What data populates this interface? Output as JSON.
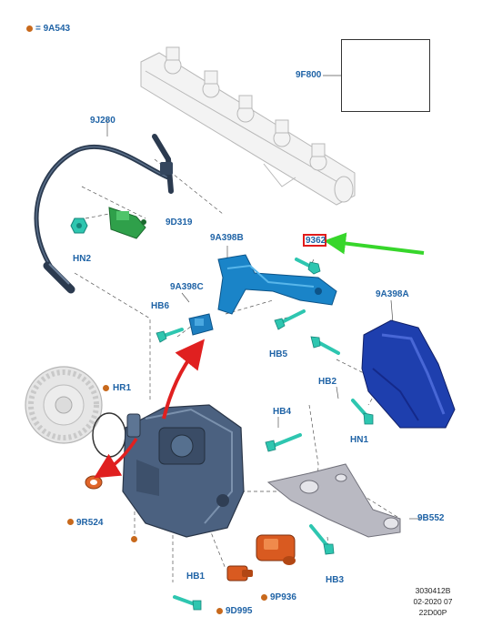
{
  "legend": {
    "symbol": "orange-dot",
    "text": "= 9A543"
  },
  "callouts": {
    "c9J280": "9J280",
    "c9D319": "9D319",
    "cHN2": "HN2",
    "c9F800": "9F800",
    "c9A398B": "9A398B",
    "c9362": "9362",
    "c9A398C": "9A398C",
    "cHB6": "HB6",
    "c9A398A": "9A398A",
    "cHB5": "HB5",
    "cHB2": "HB2",
    "cHR1": "HR1",
    "cHN1": "HN1",
    "cHB4": "HB4",
    "c9R524": "9R524",
    "c9B552": "9B552",
    "cHB1": "HB1",
    "cHB3": "HB3",
    "c9P936": "9P936",
    "c9D995": "9D995"
  },
  "drawing_code": {
    "line1": "3030412B",
    "line2": "02-2020 07",
    "line3": "22D00P"
  },
  "colors": {
    "label": "#1f63a6",
    "marker": "#c8691c",
    "highlight": "#e01b1b",
    "pointer_arrow": "#37d62b",
    "motion_arrow": "#e02020"
  },
  "highlight": {
    "target": "9362"
  }
}
